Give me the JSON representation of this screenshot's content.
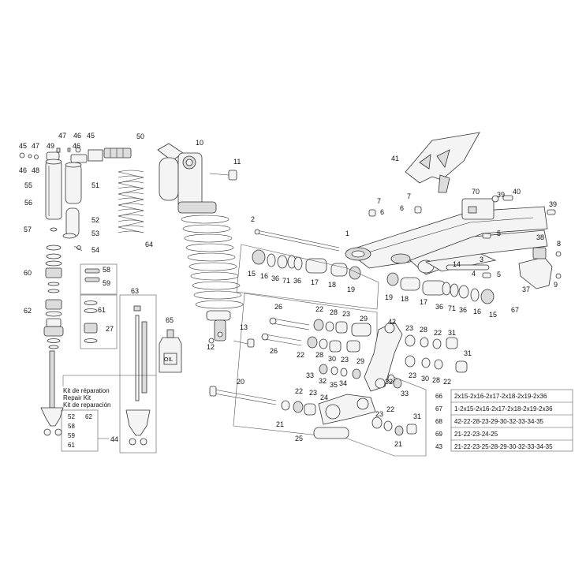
{
  "labels": [
    {
      "t": "45"
    },
    {
      "t": "47"
    },
    {
      "t": "49"
    },
    {
      "t": "46"
    },
    {
      "t": "47"
    },
    {
      "t": "46"
    },
    {
      "t": "45"
    },
    {
      "t": "46"
    },
    {
      "t": "48"
    },
    {
      "t": "50"
    },
    {
      "t": "10"
    },
    {
      "t": "11"
    },
    {
      "t": "55"
    },
    {
      "t": "56"
    },
    {
      "t": "51"
    },
    {
      "t": "52"
    },
    {
      "t": "53"
    },
    {
      "t": "54"
    },
    {
      "t": "57"
    },
    {
      "t": "64"
    },
    {
      "t": "58"
    },
    {
      "t": "59"
    },
    {
      "t": "60"
    },
    {
      "t": "61"
    },
    {
      "t": "62"
    },
    {
      "t": "27"
    },
    {
      "t": "63"
    },
    {
      "t": "65"
    },
    {
      "t": "13"
    },
    {
      "t": "12"
    },
    {
      "t": "2"
    },
    {
      "t": "1"
    },
    {
      "t": "41"
    },
    {
      "t": "70"
    },
    {
      "t": "39"
    },
    {
      "t": "40"
    },
    {
      "t": "7"
    },
    {
      "t": "6"
    },
    {
      "t": "7"
    },
    {
      "t": "6"
    },
    {
      "t": "39"
    },
    {
      "t": "5"
    },
    {
      "t": "38"
    },
    {
      "t": "8"
    },
    {
      "t": "14"
    },
    {
      "t": "3"
    },
    {
      "t": "5"
    },
    {
      "t": "4"
    },
    {
      "t": "37"
    },
    {
      "t": "9"
    },
    {
      "t": "15"
    },
    {
      "t": "16"
    },
    {
      "t": "36"
    },
    {
      "t": "71"
    },
    {
      "t": "36"
    },
    {
      "t": "17"
    },
    {
      "t": "18"
    },
    {
      "t": "19"
    },
    {
      "t": "19"
    },
    {
      "t": "18"
    },
    {
      "t": "17"
    },
    {
      "t": "36"
    },
    {
      "t": "71"
    },
    {
      "t": "36"
    },
    {
      "t": "16"
    },
    {
      "t": "15"
    },
    {
      "t": "67"
    },
    {
      "t": "26"
    },
    {
      "t": "22"
    },
    {
      "t": "28"
    },
    {
      "t": "23"
    },
    {
      "t": "29"
    },
    {
      "t": "42"
    },
    {
      "t": "23"
    },
    {
      "t": "28"
    },
    {
      "t": "22"
    },
    {
      "t": "31"
    },
    {
      "t": "26"
    },
    {
      "t": "22"
    },
    {
      "t": "28"
    },
    {
      "t": "30"
    },
    {
      "t": "23"
    },
    {
      "t": "29"
    },
    {
      "t": "33"
    },
    {
      "t": "32"
    },
    {
      "t": "35"
    },
    {
      "t": "34"
    },
    {
      "t": "24"
    },
    {
      "t": "32"
    },
    {
      "t": "33"
    },
    {
      "t": "23"
    },
    {
      "t": "30"
    },
    {
      "t": "28"
    },
    {
      "t": "22"
    },
    {
      "t": "31"
    },
    {
      "t": "20"
    },
    {
      "t": "22"
    },
    {
      "t": "23"
    },
    {
      "t": "21"
    },
    {
      "t": "22"
    },
    {
      "t": "23"
    },
    {
      "t": "25"
    },
    {
      "t": "21"
    },
    {
      "t": "31"
    },
    {
      "t": "44"
    },
    {
      "t": "OIL"
    }
  ],
  "kit": {
    "title_fr": "Kit de réparation",
    "title_en": "Repair Kit",
    "title_es": "Kit de reparación",
    "items": [
      "52",
      "62",
      "58",
      "59",
      "61"
    ]
  },
  "table": [
    {
      "ref": "66",
      "parts": "2x15-2x16-2x17-2x18-2x19-2x36"
    },
    {
      "ref": "67",
      "parts": "1-2x15-2x16-2x17-2x18-2x19-2x36"
    },
    {
      "ref": "68",
      "parts": "42-22-28-23-29-30-32-33-34-35"
    },
    {
      "ref": "69",
      "parts": "21-22-23-24-25"
    },
    {
      "ref": "43",
      "parts": "21-22-23-25-28-29-30-32-33-34-35"
    }
  ]
}
